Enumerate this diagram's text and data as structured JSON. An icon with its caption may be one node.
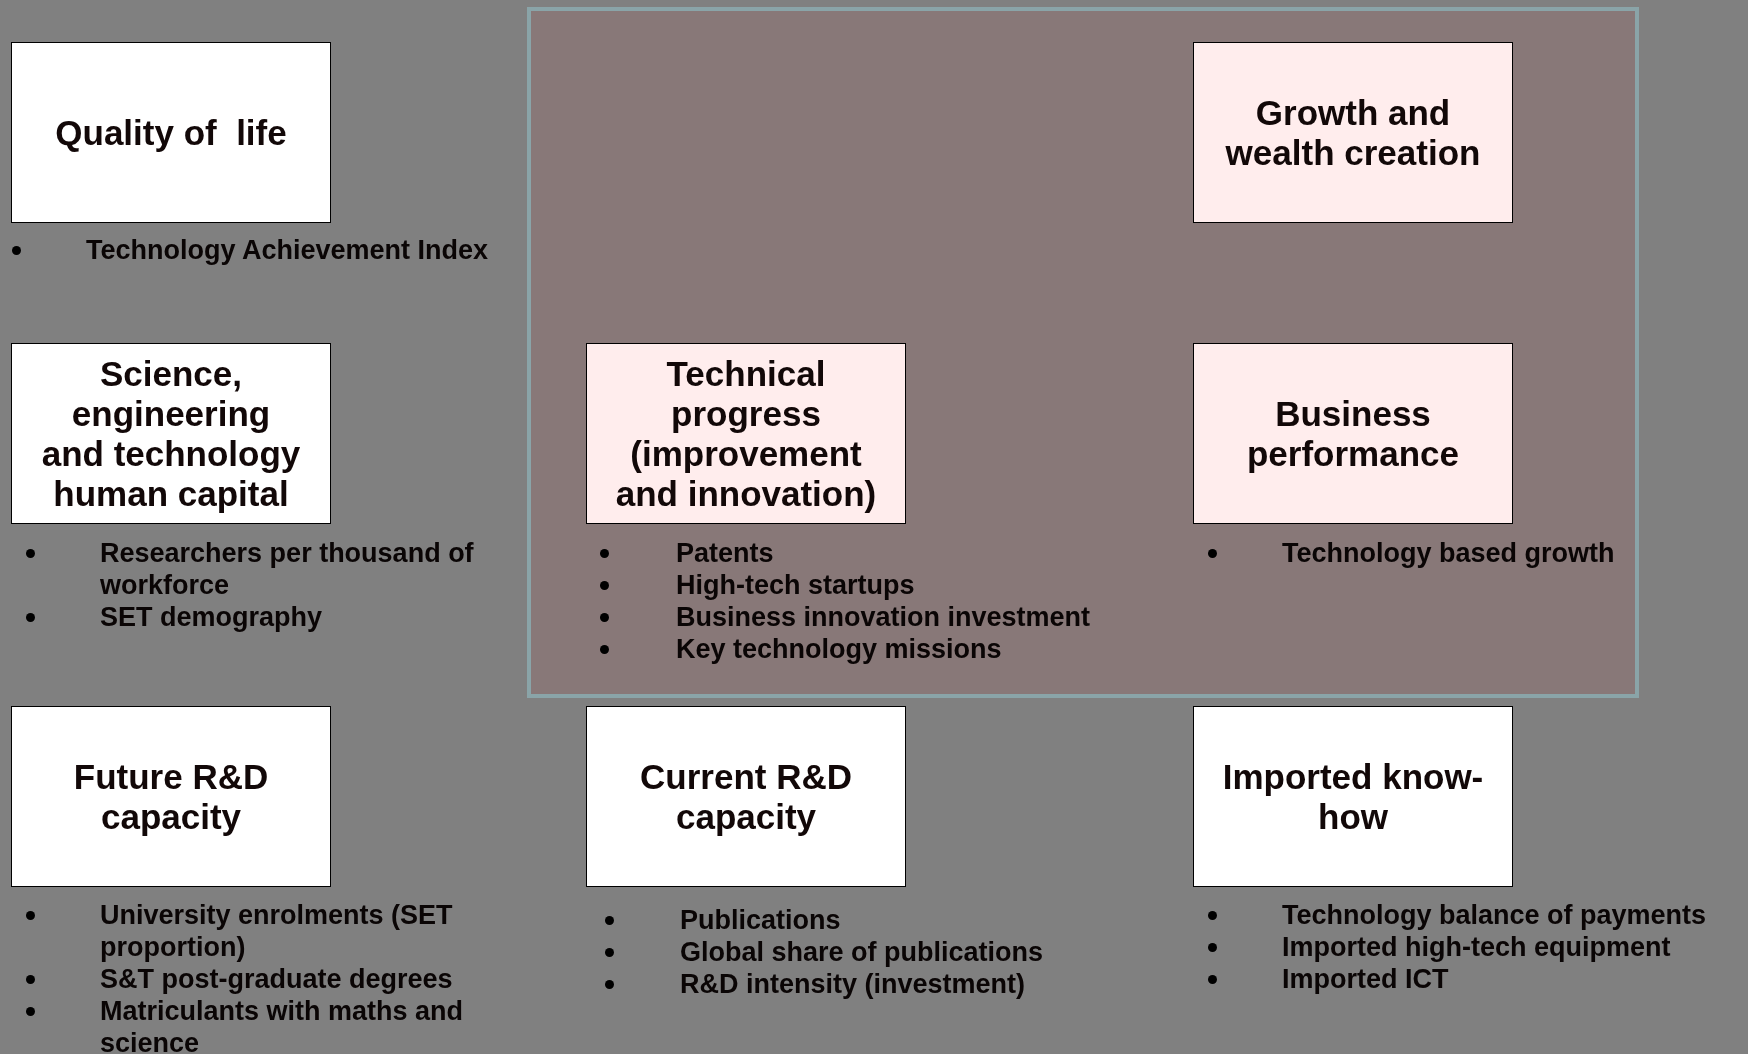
{
  "diagram": {
    "nodes": [
      {
        "text": [
          "Quality of  life"
        ],
        "beside": [
          "Technology Achievement Index"
        ]
      },
      {
        "text": [],
        "shape": "box"
      },
      {
        "text": [
          "Growth and wealth creation"
        ],
        "in": 1
      },
      {
        "text": [
          "Science, engineering and technology human capital"
        ],
        "beside": [
          "Researchers per thousand of workforce",
          "SET demography"
        ]
      },
      {
        "text": [
          "Technical progress (improvement and innovation)"
        ],
        "in": 1,
        "beside": [
          "Patents",
          "High-tech startups",
          "Business innovation investment",
          "Key technology missions"
        ]
      },
      {
        "text": [
          "Business performance"
        ],
        "in": 1,
        "beside": [
          "Technology based growth"
        ]
      },
      {
        "text": [
          "Future R&D capacity"
        ],
        "beside": [
          "University enrolments (SET proportion)",
          "S&T post-graduate degrees",
          "Matriculants with maths and science"
        ]
      },
      {
        "text": [
          "Current R&D capacity"
        ],
        "beside": [
          "Publications",
          "Global share of publications",
          "R&D intensity (investment)"
        ]
      },
      {
        "text": [
          "Imported know-how"
        ],
        "beside": [
          "Technology balance of payments",
          "Imported high-tech equipment",
          "Imported ICT"
        ]
      }
    ]
  }
}
